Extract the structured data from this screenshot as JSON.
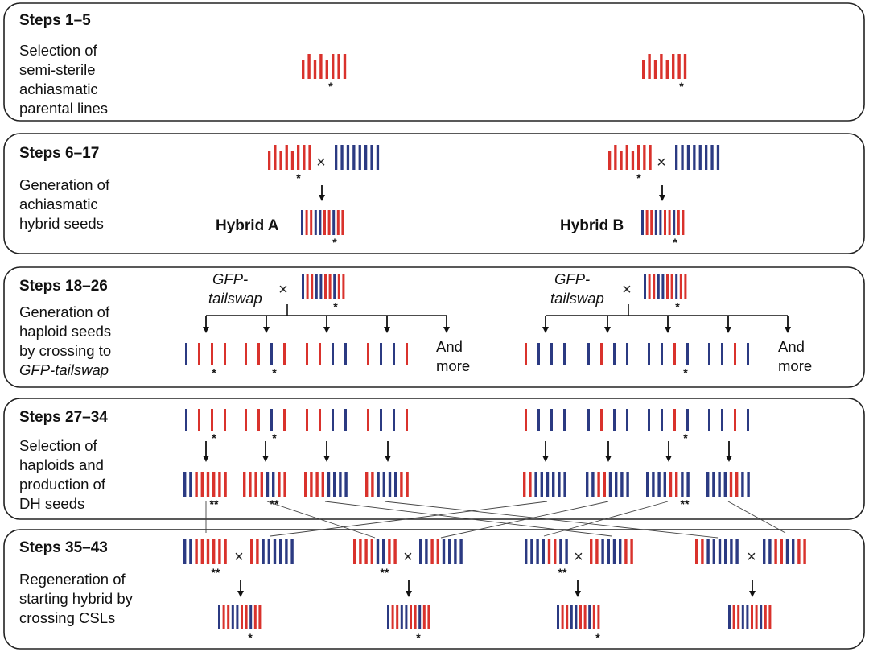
{
  "colors": {
    "red": "#d9322c",
    "blue": "#2b3a82",
    "arrow": "#111111",
    "line": "#444444"
  },
  "panels": [
    {
      "id": "p1",
      "title": "Steps 1–5",
      "lines": [
        {
          "text": "Selection of"
        },
        {
          "text": "semi-sterile"
        },
        {
          "text": "achiasmatic"
        },
        {
          "text": "parental lines"
        }
      ]
    },
    {
      "id": "p2",
      "title": "Steps 6–17",
      "lines": [
        {
          "text": "Generation of"
        },
        {
          "text": "achiasmatic"
        },
        {
          "text": "hybrid seeds"
        }
      ]
    },
    {
      "id": "p3",
      "title": "Steps 18–26",
      "lines": [
        {
          "text": "Generation of"
        },
        {
          "text": "haploid seeds"
        },
        {
          "text": "by crossing to"
        },
        {
          "text": "GFP-tailswap",
          "italic": true
        }
      ]
    },
    {
      "id": "p4",
      "title": "Steps 27–34",
      "lines": [
        {
          "text": "Selection of"
        },
        {
          "text": "haploids and"
        },
        {
          "text": "production of"
        },
        {
          "text": "DH seeds"
        }
      ]
    },
    {
      "id": "p5",
      "title": "Steps 35–43",
      "lines": [
        {
          "text": "Regeneration of"
        },
        {
          "text": "starting hybrid by"
        },
        {
          "text": "crossing CSLs"
        }
      ]
    }
  ],
  "labels": {
    "hybrid_a": "Hybrid A",
    "hybrid_b": "Hybrid B",
    "gfp_1": "GFP-",
    "gfp_2": "tailswap",
    "and": "And",
    "more": "more",
    "cross": "×",
    "star1": "*",
    "star2": "**"
  },
  "glyphs": {
    "parent": "rRrRrRRR",
    "hybrid": "BRRBBRRBRR",
    "blueParent": "BBBBBBBBBB",
    "gfpHybrid": "BRRBBRRBRR",
    "hap": [
      "BRRR",
      "RRBR",
      "RRBB",
      "RBBR",
      "RBBB",
      "BRBB",
      "BBRB",
      "BBRB"
    ],
    "dh": [
      "BBRRRRRR",
      "RRRRBBRR",
      "RRRRBBBB",
      "RRBBBBRR",
      "RRBBBBBB",
      "BBRRBBBB",
      "BBBBRRBB",
      "BBBBRRBB"
    ],
    "cross5": [
      [
        "BBRRRRRR",
        "RRBBBBBB"
      ],
      [
        "RRRRBBRR",
        "BBRRBBBB"
      ],
      [
        "BBBBRRBB",
        "RRBBBBRR"
      ],
      [
        "RRBBBBBB",
        "BBRRBBRR"
      ]
    ],
    "offspring5": "BRRBBRRBRR"
  }
}
